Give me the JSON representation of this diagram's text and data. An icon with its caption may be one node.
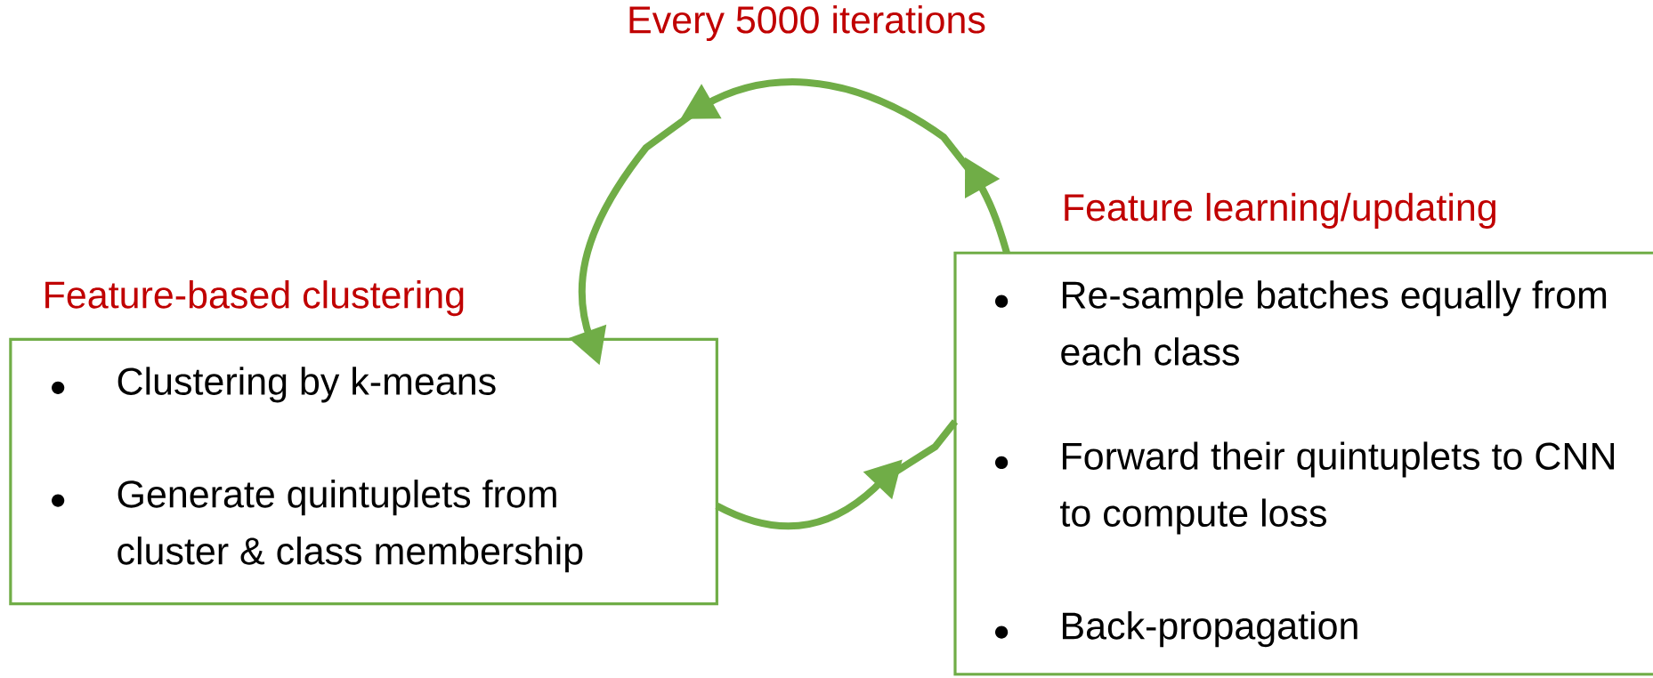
{
  "diagram": {
    "nodes": [
      {
        "text": [
          "Feature-based clustering",
          "Clustering by k-means",
          "Generate quintuplets from cluster & class membership"
        ]
      },
      {
        "text": [
          "Feature learning/updating",
          "Re-sample batches equally from each class",
          "Forward their quintuplets to CNN to compute loss",
          "Back-propagation"
        ]
      }
    ],
    "edges": [
      {
        "from": 0,
        "to": 1,
        "arrow": "to"
      },
      {
        "from": 1,
        "to": 0,
        "arrow": "to",
        "label": "Every 5000 iterations"
      }
    ]
  }
}
